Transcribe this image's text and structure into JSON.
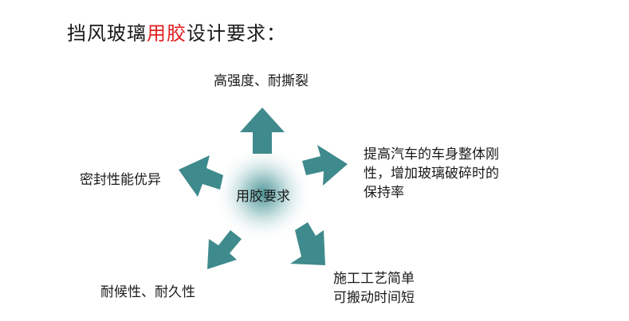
{
  "title": {
    "part1": "挡风玻璃",
    "highlight": "用胶",
    "part2": "设计要求："
  },
  "center": "用胶要求",
  "requirements": {
    "top": "高强度、耐撕裂",
    "right": "提高汽车的车身整体刚性，增加玻璃破碎时的保持率",
    "bottom_right": "施工工艺简单可搬动时间短",
    "bottom_left": "耐候性、耐久性",
    "left": "密封性能优异"
  },
  "colors": {
    "arrow": "#3f8a8c",
    "title_highlight": "#e02020",
    "glow": "#2f7f82"
  }
}
